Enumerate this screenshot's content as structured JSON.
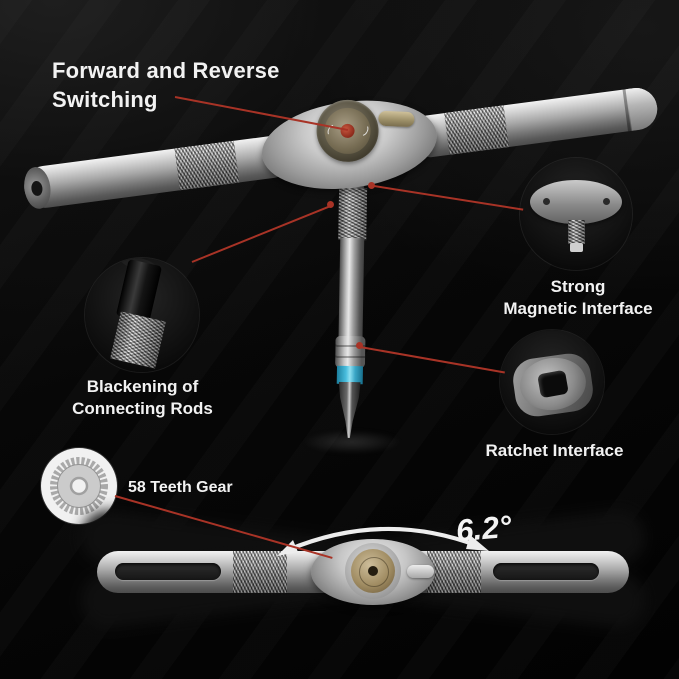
{
  "product": {
    "callouts": {
      "switching": "Forward and Reverse\nSwitching",
      "magnetic": "Strong\nMagnetic Interface",
      "blackening": "Blackening of\nConnecting Rods",
      "ratchet": "Ratchet Interface",
      "gear": "58 Teeth Gear",
      "angle": "6.2°"
    },
    "colors": {
      "accent_red": "#a83326",
      "metal_light": "#e8e8e8",
      "metal_dark": "#5a5a5a",
      "blue_band": "#49bddd",
      "brass_dial": "#a08c62",
      "background": "#060606"
    }
  }
}
